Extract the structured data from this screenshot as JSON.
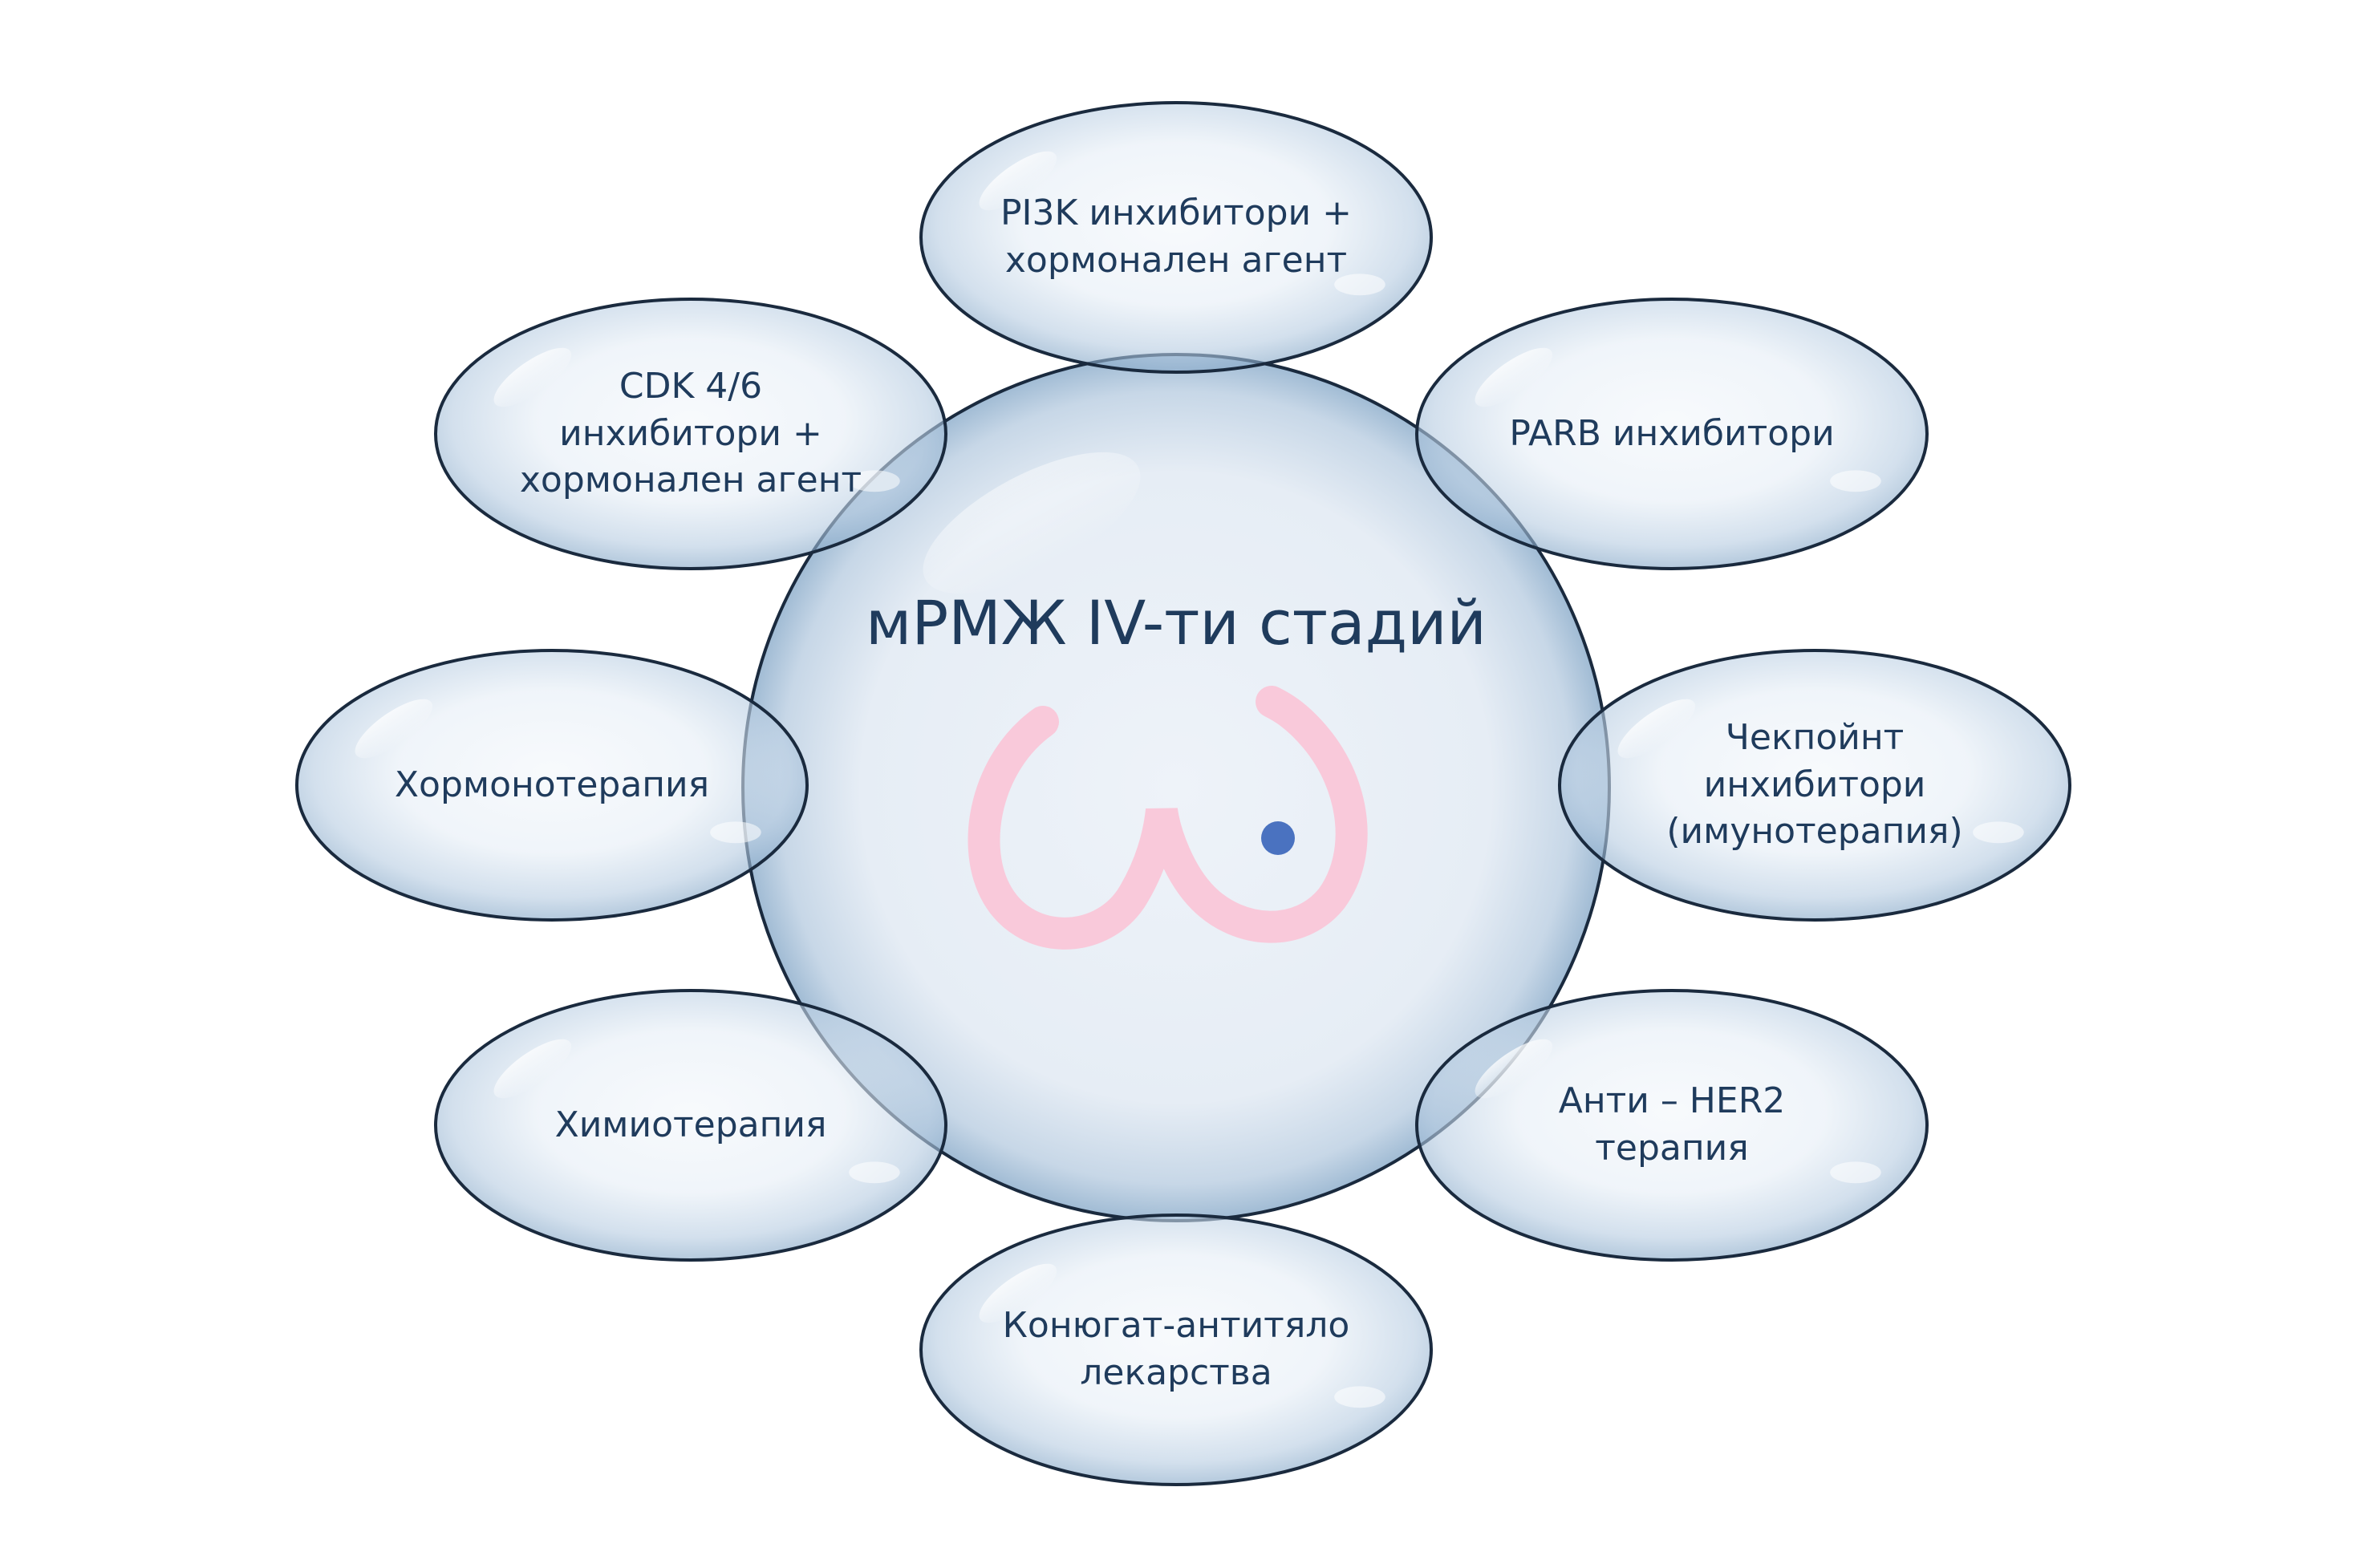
{
  "diagram": {
    "center_title": "мРМЖ ІV-ти стадий",
    "nodes": [
      {
        "id": "pi3k",
        "label": "PI3K инхибитори +\nхормонален агент"
      },
      {
        "id": "cdk",
        "label": "CDK 4/6\nинхибитори +\nхормонален агент"
      },
      {
        "id": "parb",
        "label": "PARB инхибитори"
      },
      {
        "id": "hormone",
        "label": "Хормонотерапия"
      },
      {
        "id": "checkpoint",
        "label": "Чекпойнт\nинхибитори\n(имунотерапия)"
      },
      {
        "id": "chemo",
        "label": "Химиотерапия"
      },
      {
        "id": "her2",
        "label": "Анти – HER2\nтерапия"
      },
      {
        "id": "adc",
        "label": "Конюгат-антитяло\nлекарства"
      }
    ]
  },
  "colors": {
    "text": "#1f3b5c",
    "outline": "#1a2a3e",
    "ellipse_light": "#eef4fa",
    "ellipse_dark": "#7fa2c4",
    "breast_icon": "#f9c9da",
    "dot": "#4a72c0"
  },
  "icons": {
    "center": "breast-outline-icon",
    "marker": "tumor-dot-icon"
  }
}
